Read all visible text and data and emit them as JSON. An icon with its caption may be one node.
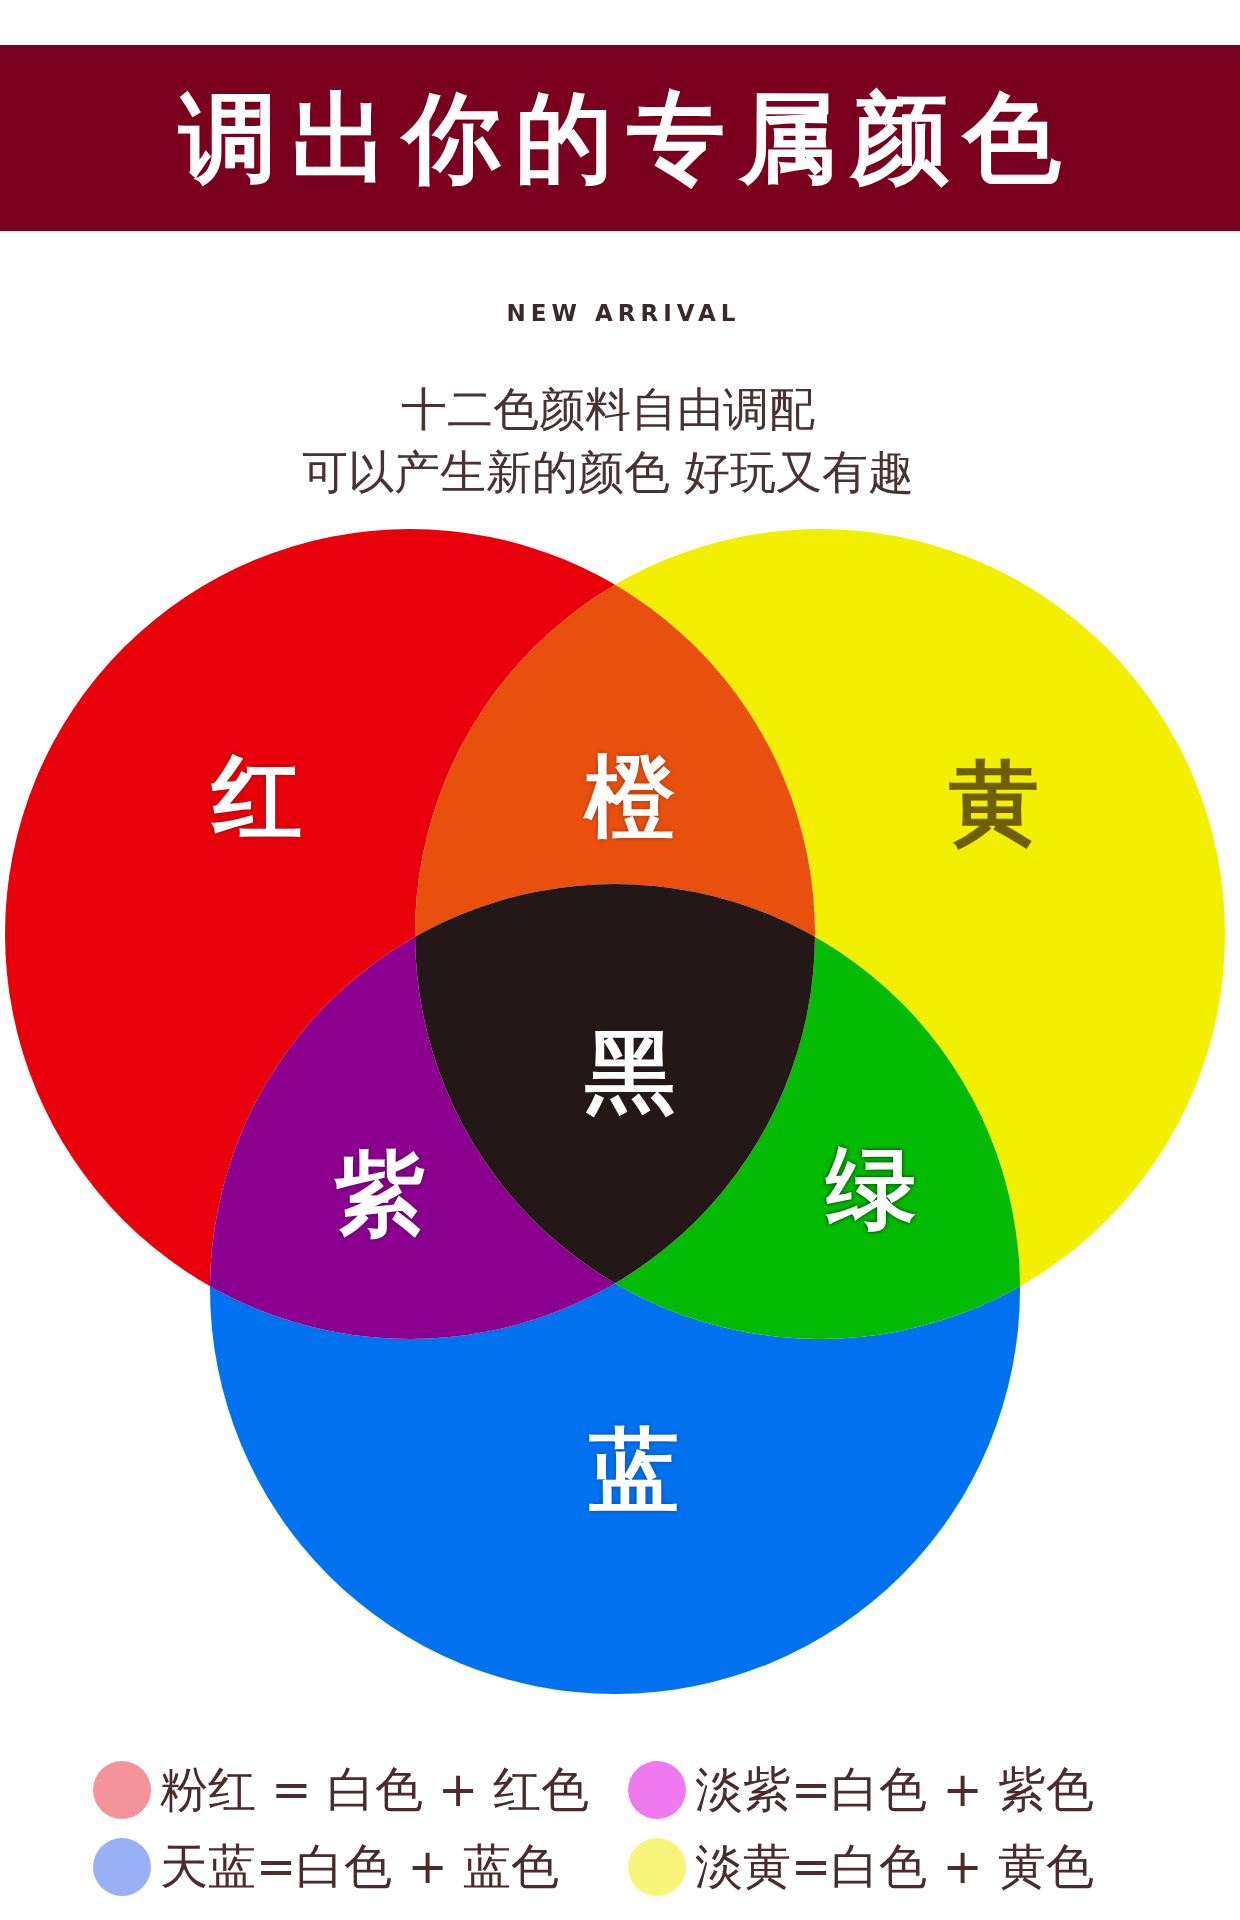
{
  "diagram": {
    "title": "调出你的专属颜色",
    "nodes": [
      {
        "text": [
          "红"
        ]
      },
      {
        "text": [
          "橙"
        ]
      },
      {
        "text": [
          "黄"
        ]
      },
      {
        "text": [
          "黑"
        ]
      },
      {
        "text": [
          "紫"
        ]
      },
      {
        "text": [
          "绿"
        ]
      },
      {
        "text": [
          "蓝"
        ]
      }
    ],
    "labels": [
      "NEW ARRIVAL",
      "十二色颜料自由调配",
      "可以产生新的颜色 好玩又有趣"
    ],
    "legend": [
      {
        "text": "粉红 = 白色 + 红色",
        "color": "#f5939b"
      },
      {
        "text": "淡紫=白色 + 紫色",
        "color": "#ef7af0"
      },
      {
        "text": "天蓝=白色 + 蓝色",
        "color": "#97b1f4"
      },
      {
        "text": "淡黄=白色 + 黄色",
        "color": "#f8f67a"
      }
    ]
  }
}
